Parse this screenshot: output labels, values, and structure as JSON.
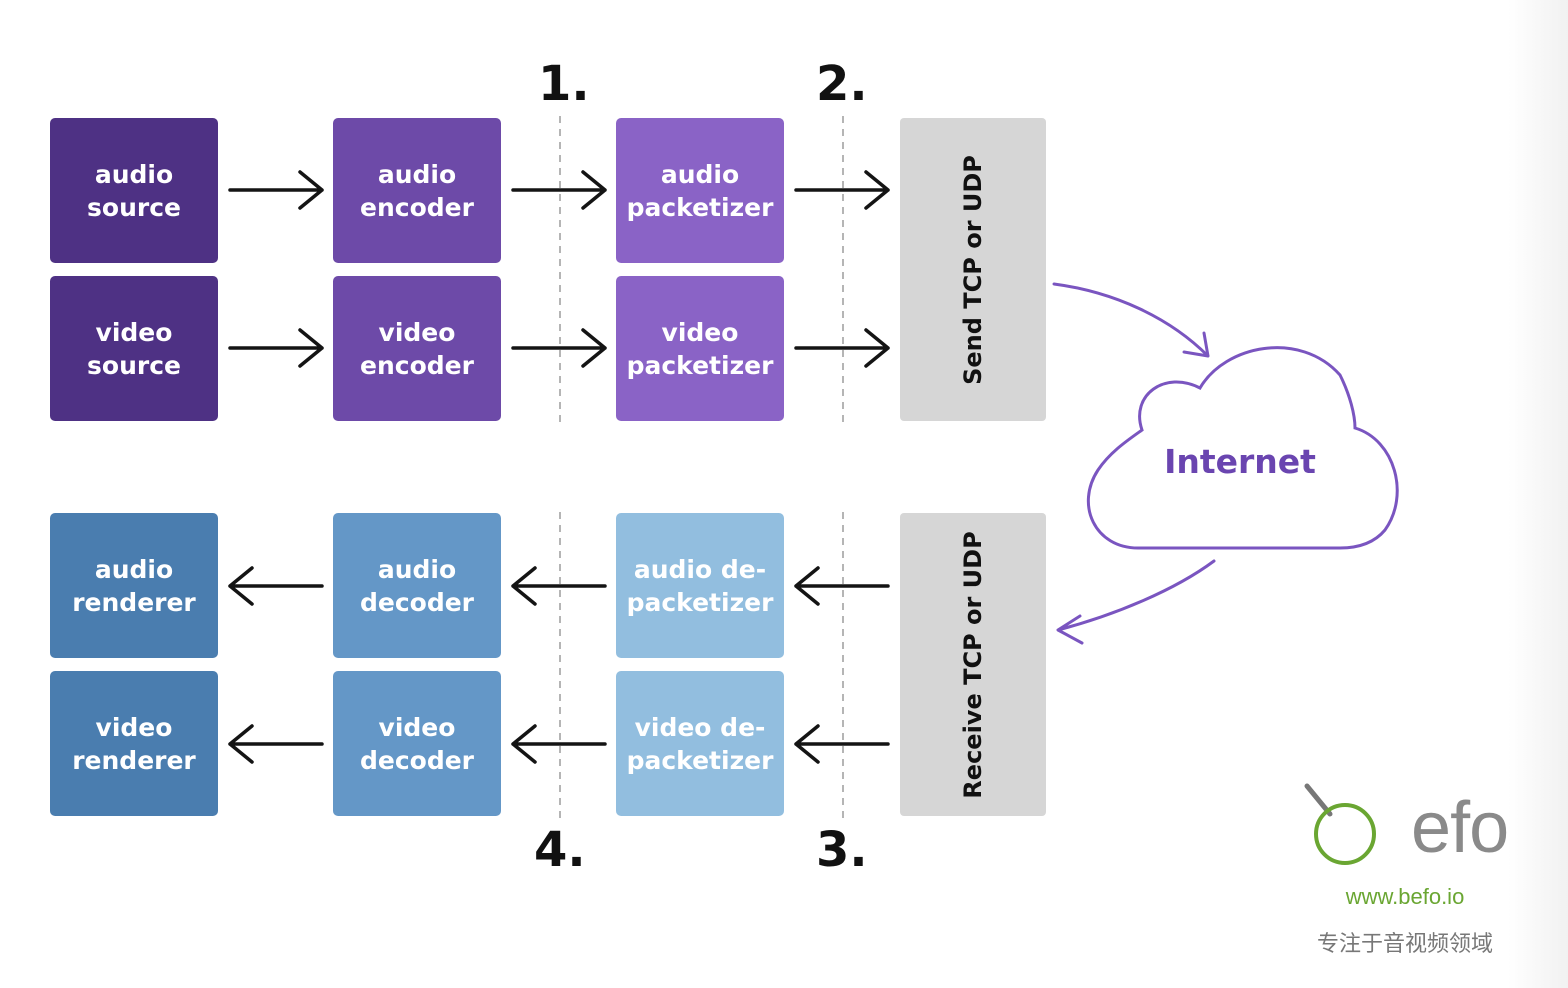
{
  "sender": {
    "audio_source": "audio\nsource",
    "video_source": "video\nsource",
    "audio_encoder": "audio\nencoder",
    "video_encoder": "video\nencoder",
    "audio_packetizer": "audio\npacketizer",
    "video_packetizer": "video\npacketizer",
    "send_transport": "Send TCP or UDP"
  },
  "receiver": {
    "audio_renderer": "audio\nrenderer",
    "video_renderer": "video\nrenderer",
    "audio_decoder": "audio\ndecoder",
    "video_decoder": "video\ndecoder",
    "audio_depacketizer": "audio de-\npacketizer",
    "video_depacketizer": "video de-\npacketizer",
    "receive_transport": "Receive TCP or UDP"
  },
  "network": {
    "cloud_label": "Internet"
  },
  "steps": {
    "s1": "1.",
    "s2": "2.",
    "s3": "3.",
    "s4": "4."
  },
  "branding": {
    "logo_text": "befo",
    "url": "www.befo.io",
    "tagline": "专注于音视频领域"
  },
  "colors": {
    "source": "#4e3184",
    "encoder": "#6d4aa8",
    "packetizer": "#8a63c6",
    "renderer": "#4a7daf",
    "decoder": "#6497c7",
    "depacketizer": "#92bedf",
    "transport": "#d6d6d6",
    "cloud": "#7a55c0",
    "logo_green": "#6aa632"
  }
}
